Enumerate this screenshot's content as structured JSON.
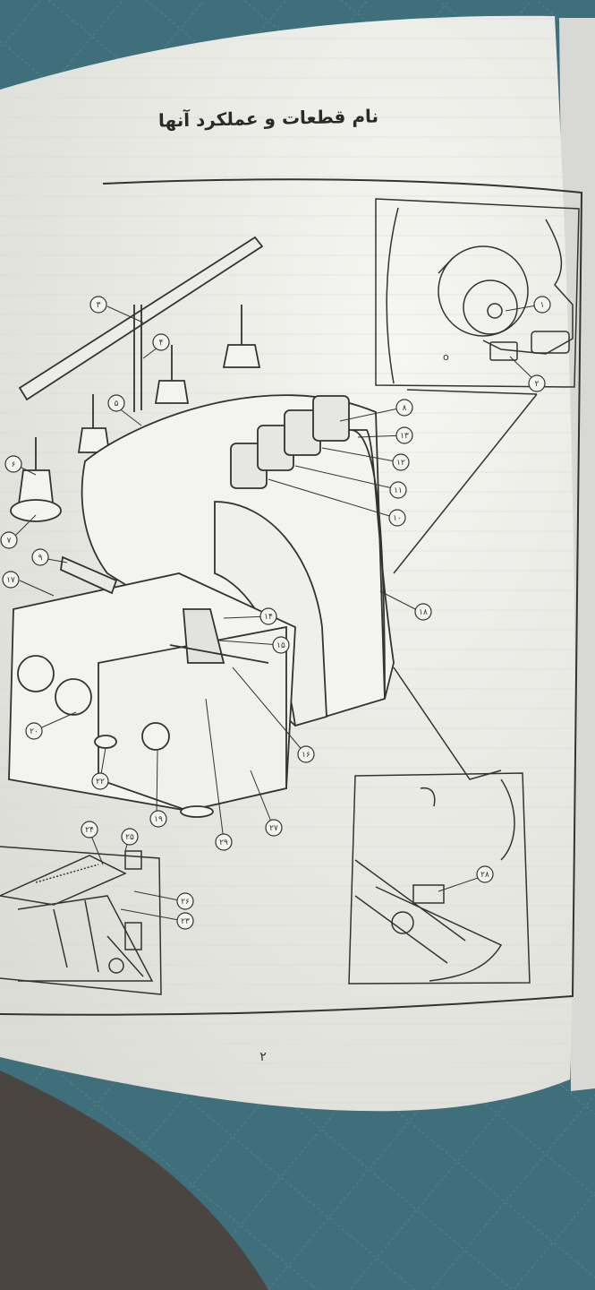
{
  "page": {
    "title": "نام قطعات و عملکرد آنها",
    "page_number": "۲"
  },
  "callouts": [
    "①",
    "②",
    "③",
    "④",
    "⑤",
    "۶",
    "۷",
    "۸",
    "۹",
    "۱۰",
    "۱۱",
    "۱۲",
    "۱۳",
    "۱۴",
    "۱۵",
    "۱۶",
    "۱۷",
    "۱۸",
    "۱۹",
    "۲۰",
    "۲۲",
    "۲۳",
    "۲۴",
    "۲۵",
    "۲۶",
    "۲۷",
    "۲۸",
    "۲۹"
  ],
  "colors": {
    "paper": "#eeeeea",
    "ink": "#333333",
    "bedspread": "#3f6f7a",
    "sofa": "#4a4541"
  }
}
